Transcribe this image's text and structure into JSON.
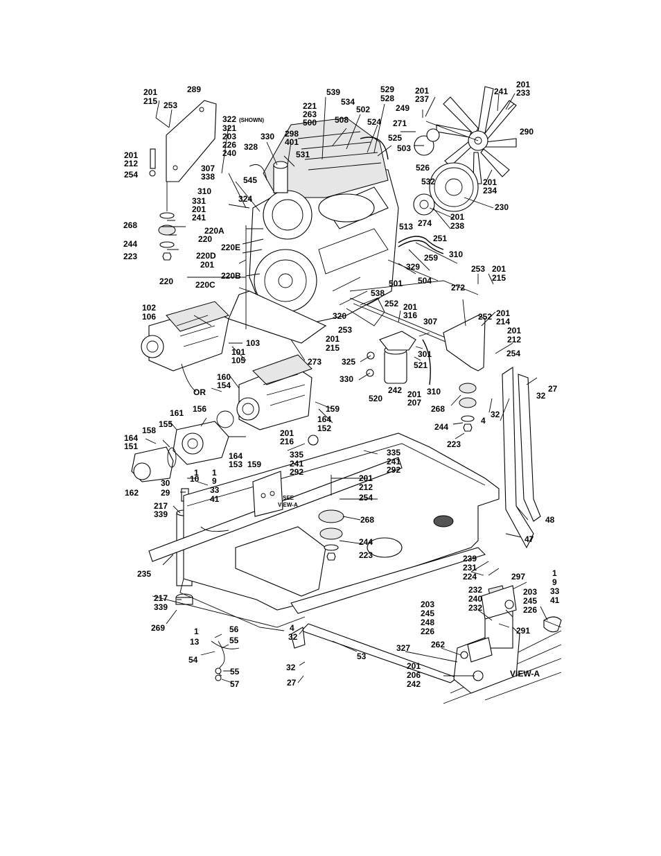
{
  "figure": {
    "callouts": [
      "201",
      "215",
      "289",
      "253",
      "322",
      "321",
      "203",
      "226",
      "240",
      "328",
      "330",
      "298",
      "401",
      "539",
      "221",
      "263",
      "500",
      "508",
      "534",
      "502",
      "529",
      "528",
      "524",
      "201",
      "237",
      "249",
      "241",
      "201",
      "233",
      "290",
      "271",
      "503",
      "525",
      "531",
      "526",
      "532",
      "201",
      "234",
      "230",
      "201",
      "212",
      "254",
      "307",
      "338",
      "545",
      "310",
      "331",
      "201",
      "241",
      "324",
      "268",
      "244",
      "223",
      "220A",
      "220",
      "220E",
      "220D",
      "201",
      "220B",
      "220C",
      "220",
      "513",
      "274",
      "201",
      "238",
      "251",
      "329",
      "259",
      "310",
      "501",
      "504",
      "253",
      "201",
      "215",
      "538",
      "272",
      "102",
      "106",
      "252",
      "201",
      "316",
      "320",
      "307",
      "252",
      "201",
      "214",
      "253",
      "201",
      "215",
      "201",
      "212",
      "103",
      "101",
      "105",
      "273",
      "301",
      "325",
      "521",
      "254",
      "330",
      "520",
      "242",
      "201",
      "207",
      "310",
      "27",
      "32",
      "268",
      "160",
      "154",
      "OR",
      "159",
      "164",
      "152",
      "244",
      "223",
      "4",
      "32",
      "161",
      "156",
      "158",
      "164",
      "151",
      "155",
      "201",
      "216",
      "159",
      "164",
      "153",
      "335",
      "241",
      "292",
      "335",
      "241",
      "292",
      "1",
      "10",
      "30",
      "29",
      "162",
      "201",
      "212",
      "254",
      "1",
      "9",
      "33",
      "41",
      "217",
      "339",
      "268",
      "244",
      "223",
      "48",
      "47",
      "235",
      "217",
      "339",
      "239",
      "231",
      "224",
      "297",
      "1",
      "9",
      "33",
      "41",
      "232",
      "240",
      "232",
      "203",
      "245",
      "226",
      "203",
      "245",
      "248",
      "226",
      "291",
      "269",
      "1",
      "13",
      "56",
      "55",
      "54",
      "55",
      "57",
      "4",
      "32",
      "53",
      "262",
      "327",
      "201",
      "206",
      "242",
      "32",
      "27"
    ],
    "suffix_shown": "(SHOWN)",
    "see_view": "SEE",
    "see_view_ref": "VIEW-A",
    "view_title": "VIEW-A"
  }
}
